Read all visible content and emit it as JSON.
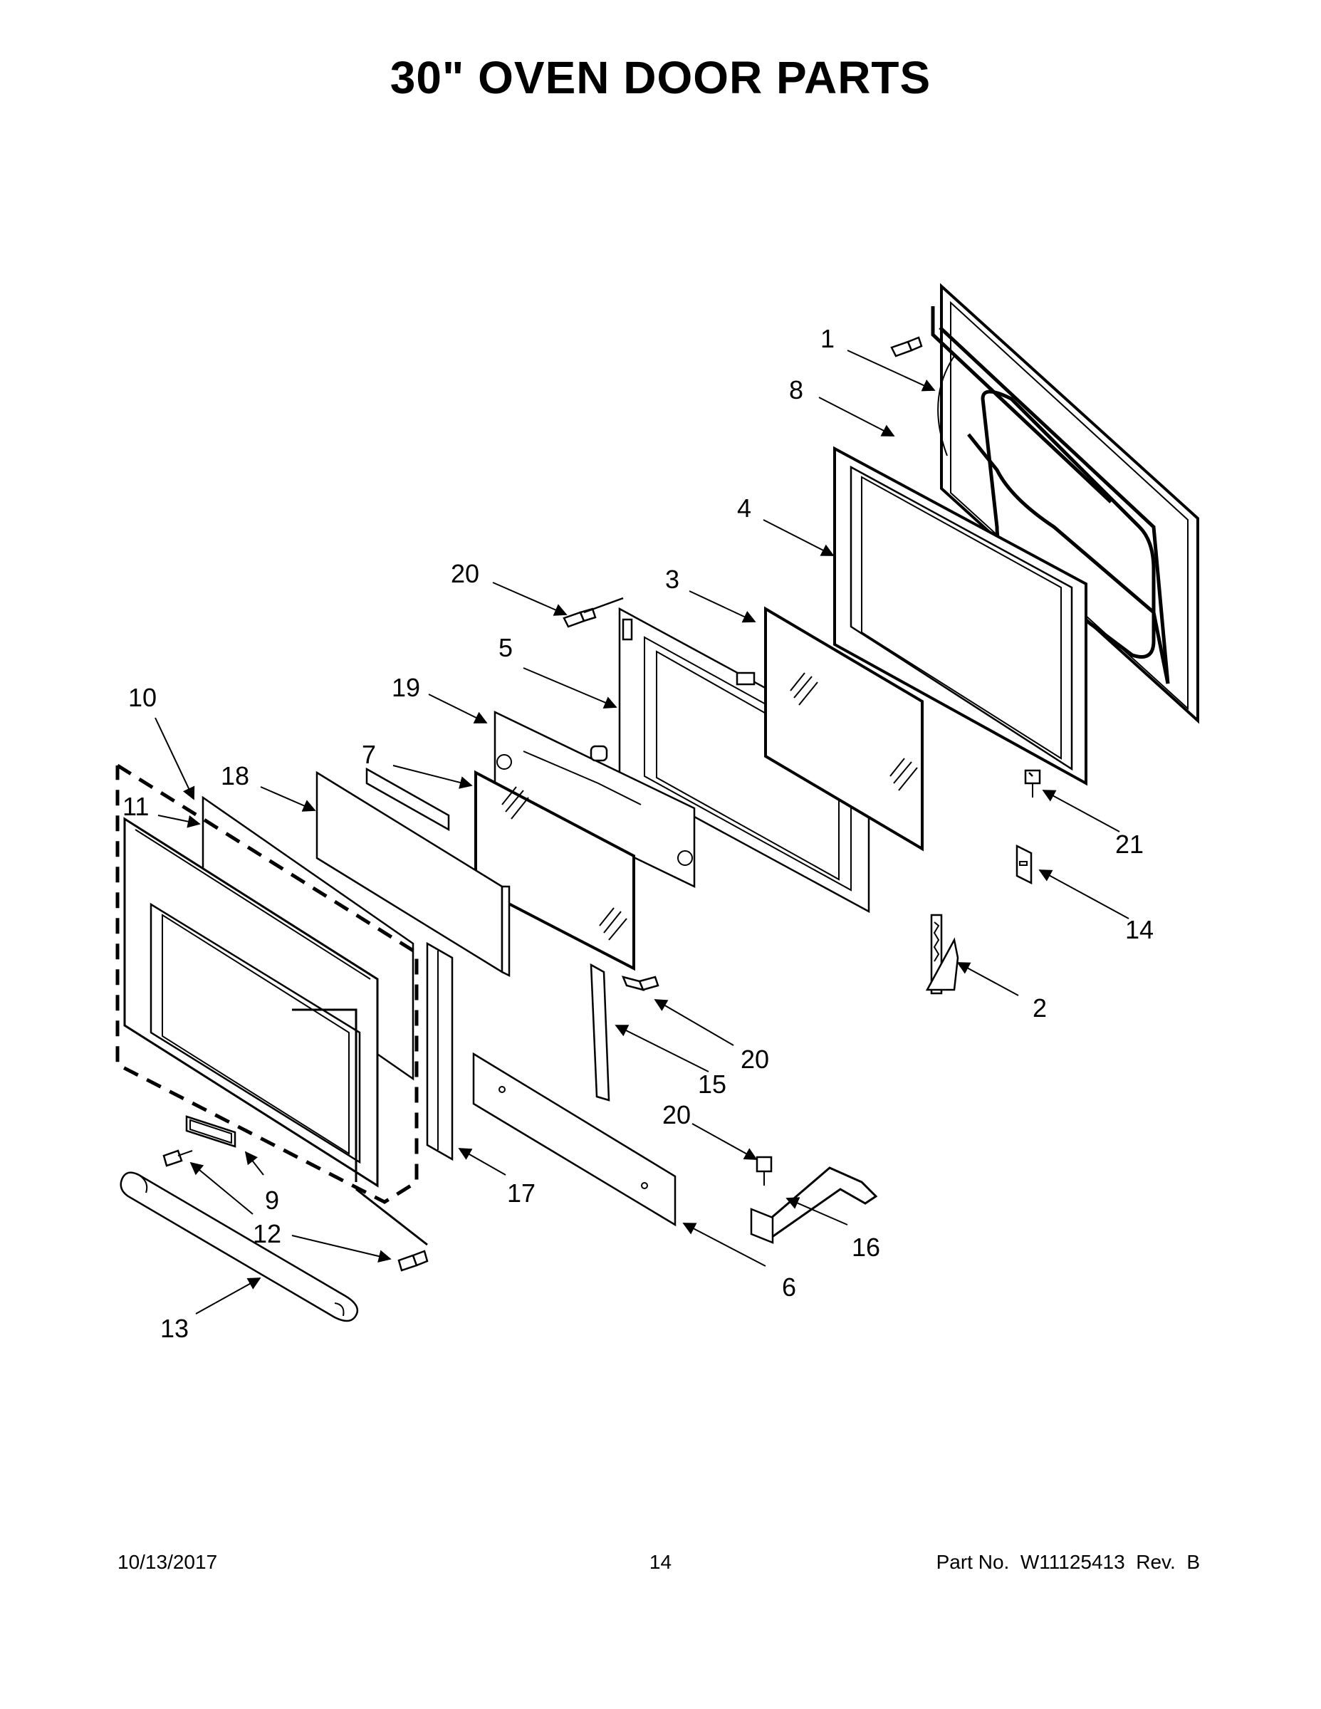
{
  "title": "30\" OVEN DOOR PARTS",
  "callouts": {
    "c1": "1",
    "c2": "2",
    "c3": "3",
    "c4": "4",
    "c5": "5",
    "c6": "6",
    "c7": "7",
    "c8": "8",
    "c9": "9",
    "c10": "10",
    "c11": "11",
    "c12": "12",
    "c13": "13",
    "c14": "14",
    "c15": "15",
    "c16": "16",
    "c17": "17",
    "c18": "18",
    "c19": "19",
    "c20": "20",
    "c21": "21"
  },
  "footer": {
    "date": "10/13/2017",
    "page": "14",
    "part": "Part No.  W11125413  Rev.  B"
  }
}
